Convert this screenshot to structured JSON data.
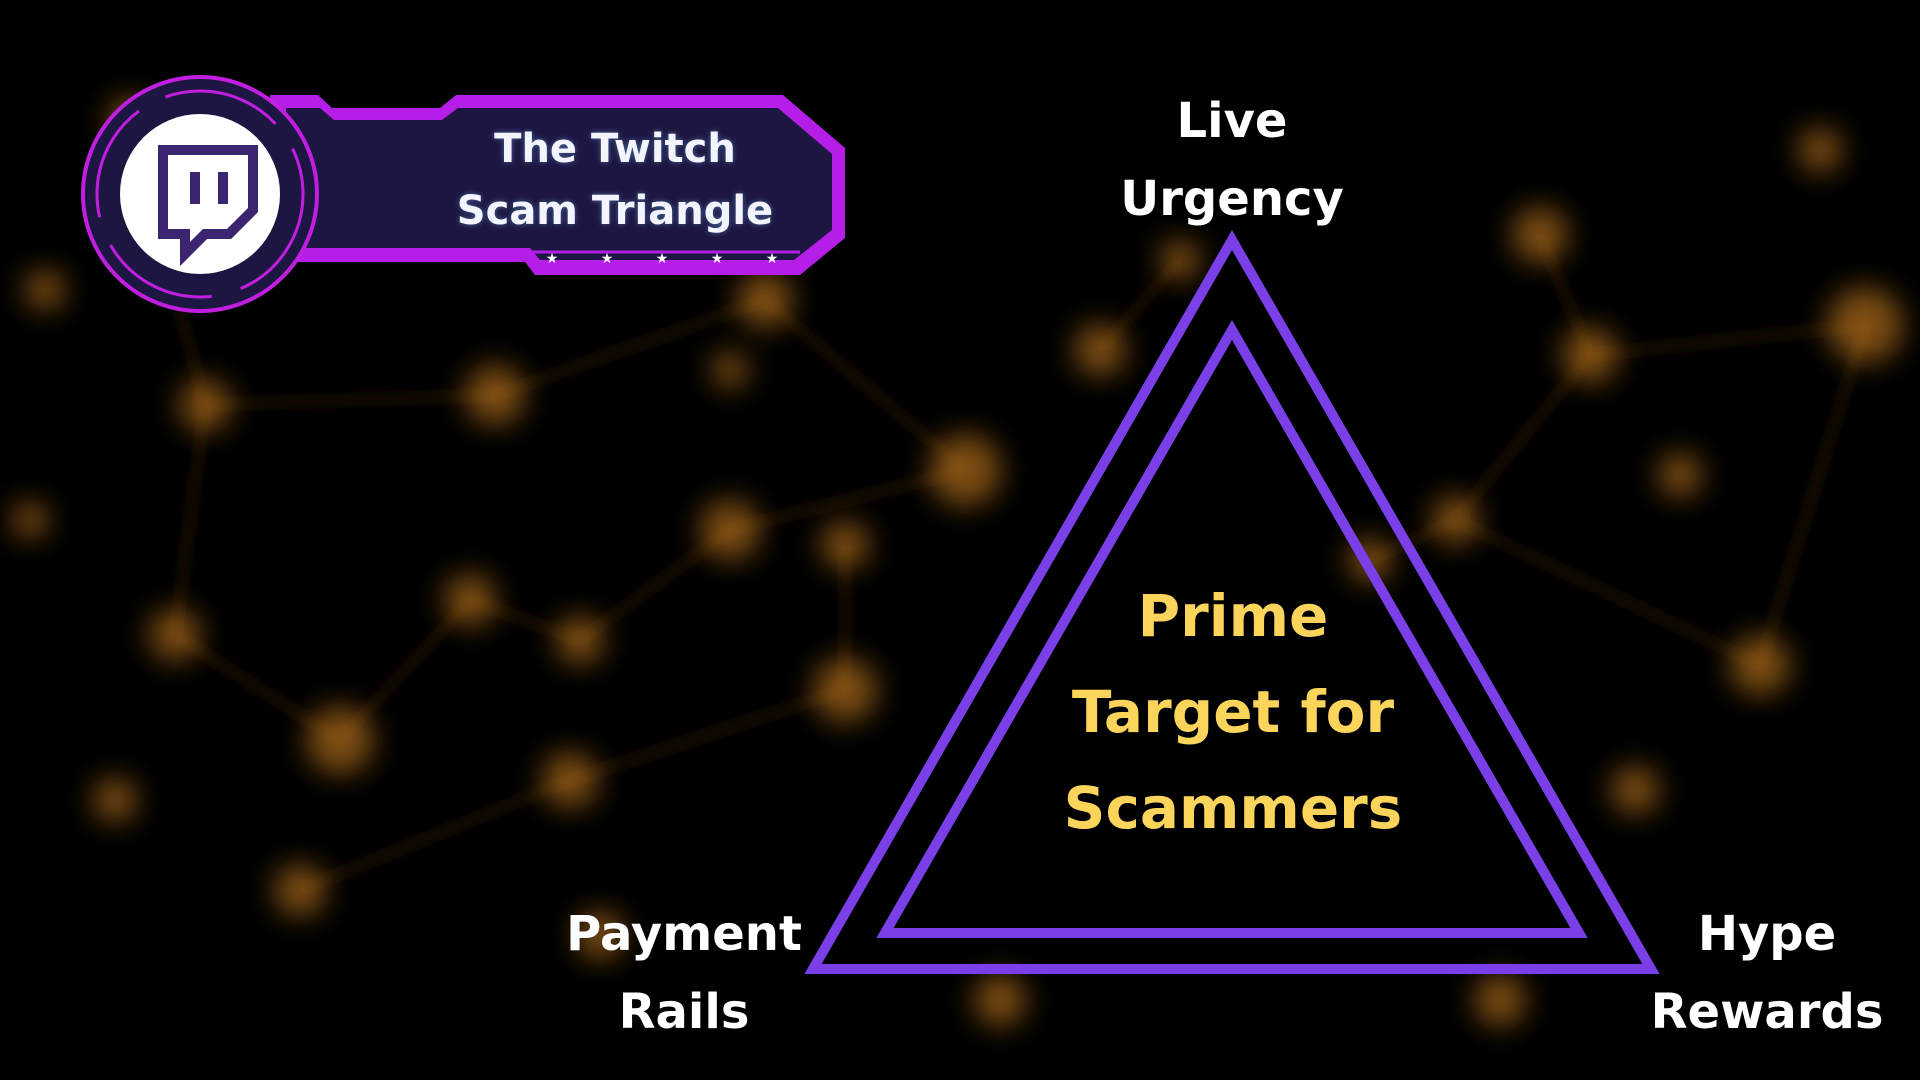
{
  "badge": {
    "title_line1": "The Twitch",
    "title_line2": "Scam Triangle",
    "icon": "twitch-logo-icon",
    "star_count": 5,
    "colors": {
      "frame": "#b41ee6",
      "panel": "#1e1642",
      "logo_bg": "#ffffff",
      "logo": "#3b2470"
    }
  },
  "diagram": {
    "type": "triangle",
    "center_lines": [
      "Prime",
      "Target for",
      "Scammers"
    ],
    "vertices": {
      "top": [
        "Live",
        "Urgency"
      ],
      "bottom_left": [
        "Payment",
        "Rails"
      ],
      "bottom_right": [
        "Hype",
        "Rewards"
      ]
    },
    "colors": {
      "stroke": "#7b3fe8",
      "center_text": "#fbd45c",
      "vertex_text": "#ffffff",
      "glow": "#e08a1e"
    }
  }
}
